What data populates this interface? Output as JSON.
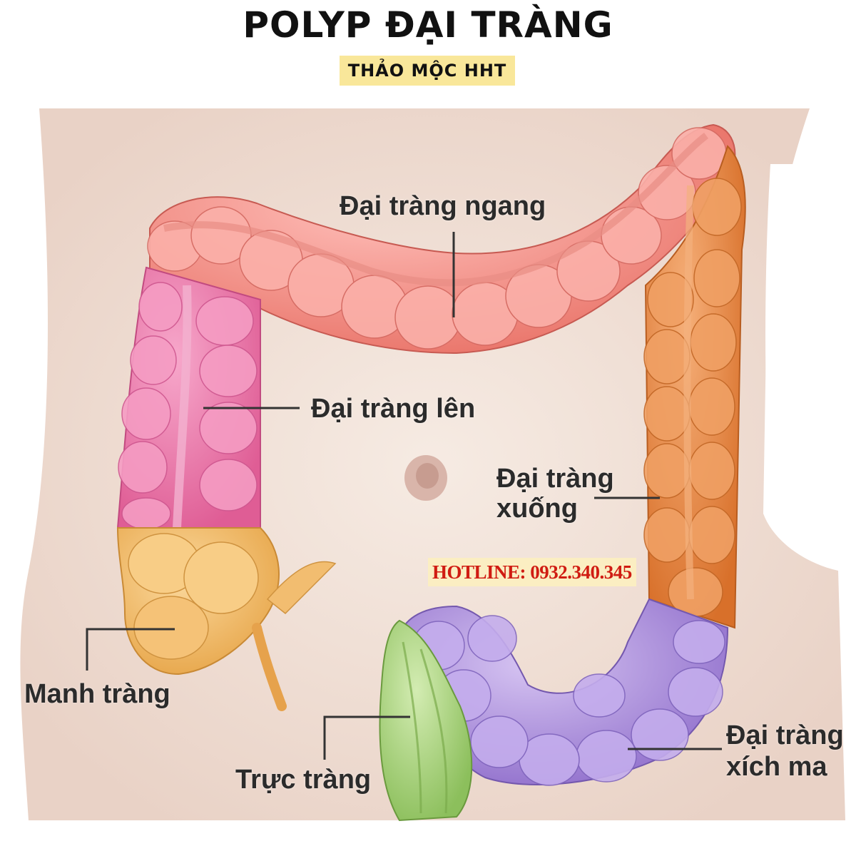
{
  "header": {
    "title": "POLYP ĐẠI TRÀNG",
    "subtitle": "THẢO MỘC HHT"
  },
  "labels": {
    "transverse": "Đại tràng ngang",
    "ascending": "Đại tràng lên",
    "descending_line1": "Đại tràng",
    "descending_line2": "xuống",
    "cecum": "Manh tràng",
    "rectum": "Trực tràng",
    "sigmoid_line1": "Đại tràng",
    "sigmoid_line2": "xích ma"
  },
  "hotline": "HOTLINE: 0932.340.345",
  "colors": {
    "transverse": "#f08a80",
    "ascending": "#ea6fa2",
    "descending": "#e4843f",
    "cecum": "#f0b766",
    "sigmoid": "#a98ad8",
    "rectum": "#9fcf6e",
    "skin": "#f2e3da",
    "hotline_text": "#d01c12",
    "subtitle_bg": "#f9e79a"
  }
}
